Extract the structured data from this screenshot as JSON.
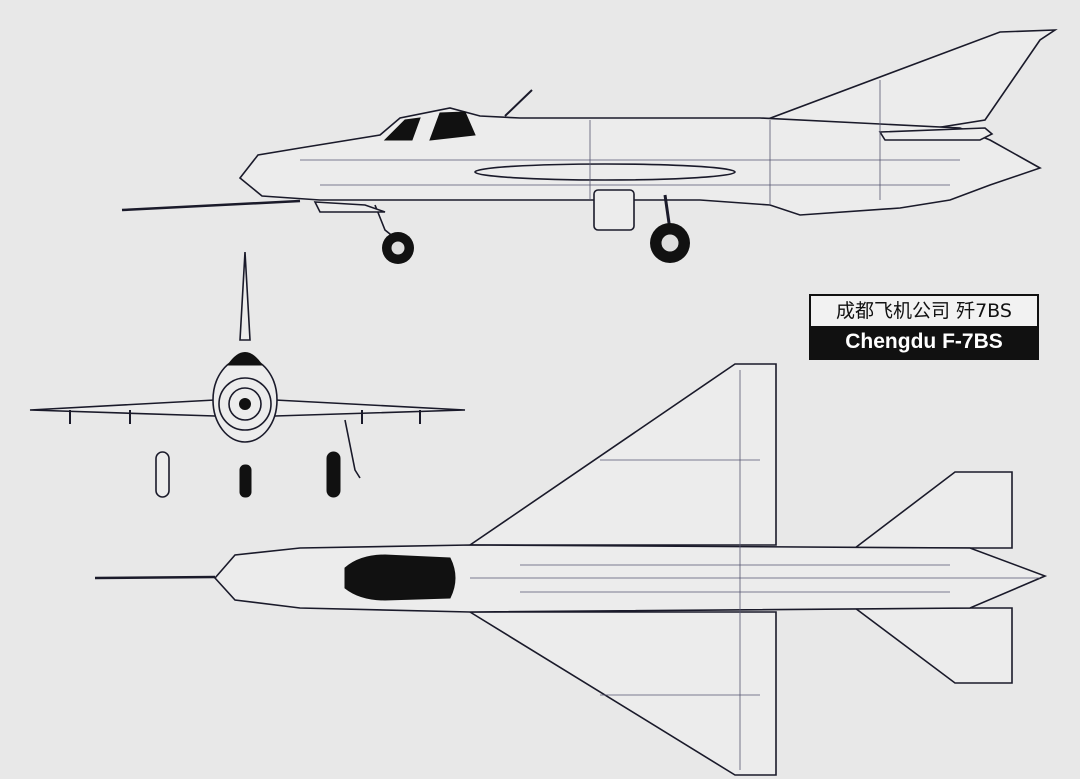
{
  "title_label": {
    "chinese": "成都飞机公司 歼7BS",
    "english": "Chengdu F-7BS"
  },
  "views": [
    "side-view",
    "front-view",
    "top-view"
  ],
  "colors": {
    "background": "#e8e8e8",
    "line": "#1a1a2a",
    "label_bg": "#111111"
  }
}
